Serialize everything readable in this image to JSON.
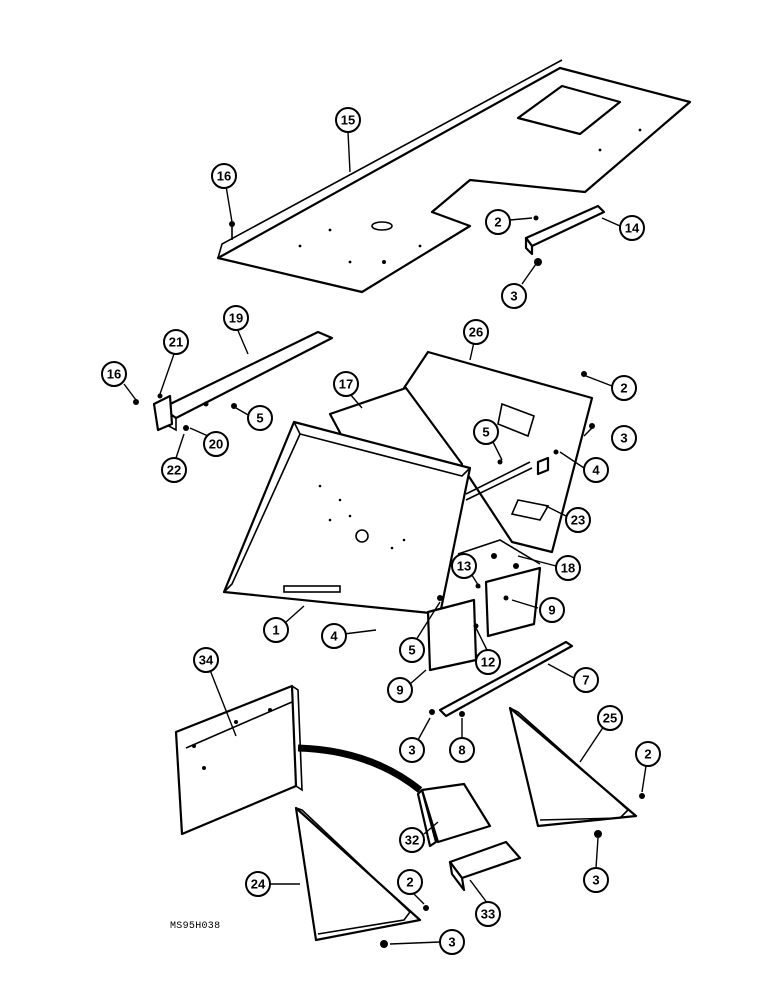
{
  "drawing_code": "MS95H038",
  "callouts": {
    "c15": "15",
    "c16a": "16",
    "c2a": "2",
    "c14": "14",
    "c3a": "3",
    "c19": "19",
    "c21": "21",
    "c16b": "16",
    "c5a": "5",
    "c20": "20",
    "c22": "22",
    "c17": "17",
    "c26": "26",
    "c2b": "2",
    "c3b": "3",
    "c5b": "5",
    "c4a": "4",
    "c23": "23",
    "c18": "18",
    "c13": "13",
    "c9a": "9",
    "c12": "12",
    "c9b": "9",
    "c1": "1",
    "c4b": "4",
    "c5c": "5",
    "c34": "34",
    "c7": "7",
    "c3c": "3",
    "c8": "8",
    "c25": "25",
    "c2c": "2",
    "c32": "32",
    "c3d": "3",
    "c33": "33",
    "c24": "24",
    "c2d": "2",
    "c3e": "3"
  }
}
